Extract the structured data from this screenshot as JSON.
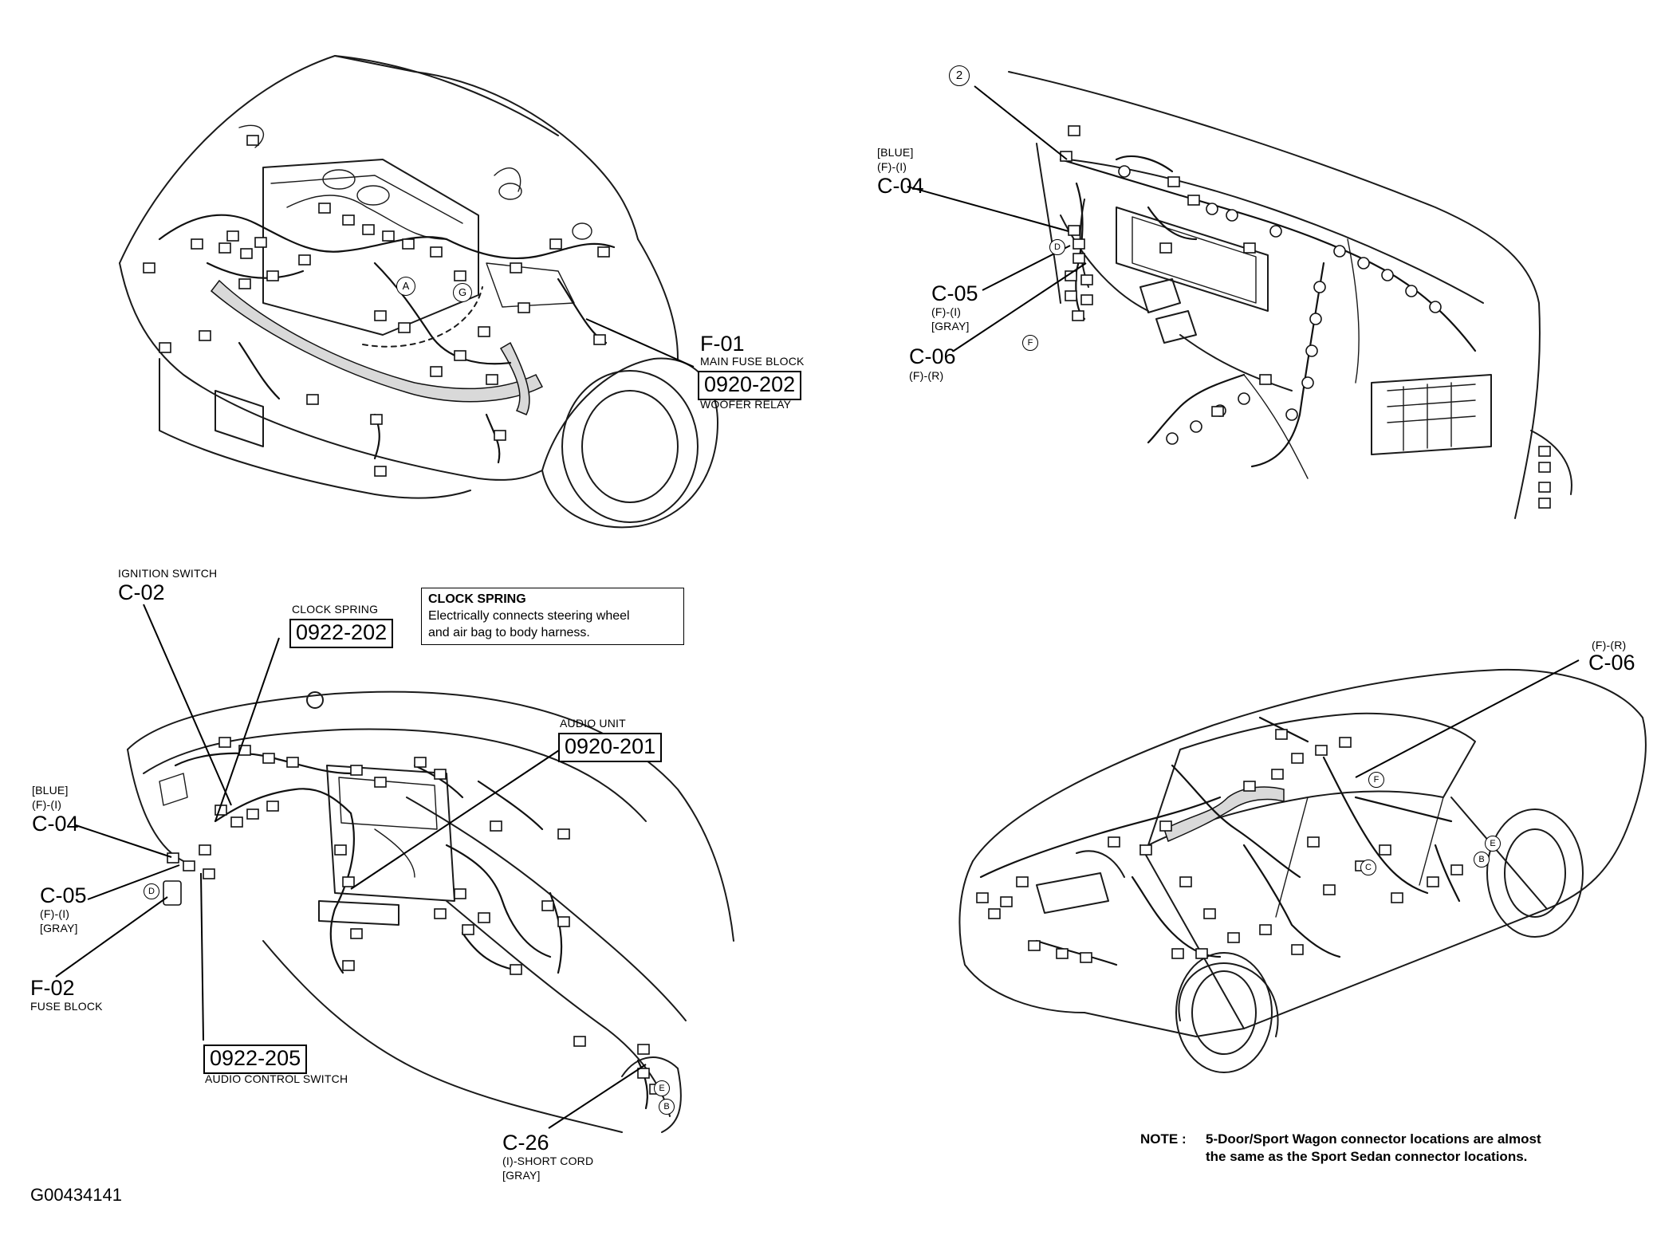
{
  "top_left": {
    "f01_code": "F-01",
    "f01_name": "MAIN FUSE BLOCK",
    "f01_box": "0920-202",
    "f01_sub": "WOOFER RELAY",
    "markers": [
      "A",
      "G"
    ]
  },
  "top_right": {
    "marker_2": "2",
    "c04_color": "[BLUE]",
    "c04_pos": "(F)-(I)",
    "c04_code": "C-04",
    "c05_code": "C-05",
    "c05_pos": "(F)-(I)",
    "c05_color": "[GRAY]",
    "c06_code": "C-06",
    "c06_pos": "(F)-(R)",
    "markers": [
      "D",
      "F"
    ]
  },
  "bottom_left": {
    "c02_name": "IGNITION SWITCH",
    "c02_code": "C-02",
    "clock_name": "CLOCK SPRING",
    "clock_box": "0922-202",
    "note_title": "CLOCK SPRING",
    "note_line1": "Electrically connects steering wheel",
    "note_line2": "and air bag to body harness.",
    "audio_name": "AUDIO UNIT",
    "audio_box": "0920-201",
    "c04_color": "[BLUE]",
    "c04_pos": "(F)-(I)",
    "c04_code": "C-04",
    "c05_code": "C-05",
    "c05_pos": "(F)-(I)",
    "c05_color": "[GRAY]",
    "f02_code": "F-02",
    "f02_name": "FUSE BLOCK",
    "acs_box": "0922-205",
    "acs_name": "AUDIO CONTROL SWITCH",
    "c26_code": "C-26",
    "c26_pos": "(I)-SHORT CORD",
    "c26_color": "[GRAY]",
    "markers": [
      "D",
      "E",
      "B"
    ]
  },
  "bottom_right": {
    "c06_pos": "(F)-(R)",
    "c06_code": "C-06",
    "markers": [
      "F",
      "C",
      "B",
      "E"
    ]
  },
  "footer": {
    "note_label": "NOTE :",
    "note_line1": "5-Door/Sport Wagon connector locations are almost",
    "note_line2": "the same as the Sport Sedan connector locations.",
    "figure_id": "G00434141"
  }
}
